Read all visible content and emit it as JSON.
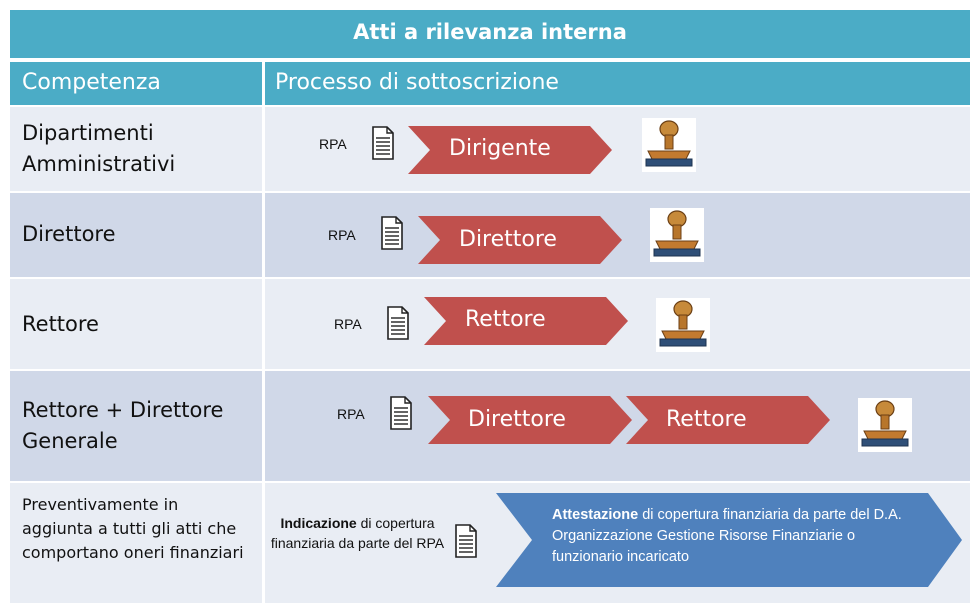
{
  "title": "Atti a rilevanza interna",
  "headers": {
    "competenza": "Competenza",
    "processo": "Processo di sottoscrizione"
  },
  "rpa": "RPA",
  "rows": [
    {
      "label": "Dipartimenti Amministrativi",
      "steps": [
        "Dirigente"
      ]
    },
    {
      "label": "Direttore",
      "steps": [
        "Direttore"
      ]
    },
    {
      "label": "Rettore",
      "steps": [
        "Rettore"
      ]
    },
    {
      "label": "Rettore + Direttore Generale",
      "steps": [
        "Direttore",
        "Rettore"
      ]
    }
  ],
  "last_row": {
    "label": "Preventivamente in aggiunta a tutti gli atti che comportano oneri finanziari",
    "indicazione_bold": "Indicazione",
    "indicazione_rest": " di copertura finanziaria da parte del RPA",
    "attestazione_bold": "Attestazione",
    "attestazione_rest": " di copertura finanziaria da parte del D.A. Organizzazione Gestione Risorse Finanziarie o funzionario incaricato"
  },
  "colors": {
    "header": "#4bacc6",
    "row_light": "#e9edf4",
    "row_dark": "#d0d8e8",
    "step_arrow": "#c0504d",
    "blue_arrow": "#4f81bd"
  },
  "icons": {
    "document": "document-icon",
    "stamp": "stamp-icon"
  }
}
